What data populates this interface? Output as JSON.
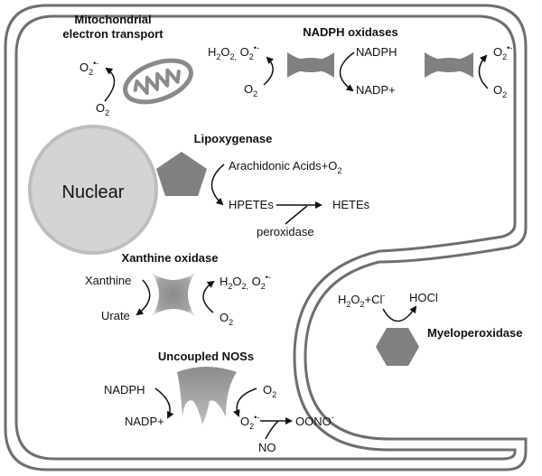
{
  "cell": {
    "nucleus_label": "Nuclear"
  },
  "mitochondria": {
    "title_line1": "Mitochondrial",
    "title_line2": "electron transport",
    "o2": "O",
    "o2_sub": "2",
    "superoxide": "O",
    "superoxide_sub": "2",
    "superoxide_sup": "•-"
  },
  "nadph_oxidase": {
    "title": "NADPH oxidases",
    "h2o2_o2": {
      "a": "H",
      "a_sub": "2",
      "b": "O",
      "b_sub": "2,",
      "c": " O",
      "c_sub": "2",
      "c_sup": "•-"
    },
    "o2_left": "O",
    "o2_left_sub": "2",
    "nadph": "NADPH",
    "nadp": "NADP+",
    "sup_right": "O",
    "sup_right_sub": "2",
    "sup_right_sup": "•-",
    "o2_right": "O",
    "o2_right_sub": "2"
  },
  "lipoxygenase": {
    "title": "Lipoxygenase",
    "substrate": "Arachidonic Acids+O",
    "substrate_sub": "2",
    "intermediate": "HPETEs",
    "product": "HETEs",
    "enzyme2": "peroxidase"
  },
  "xanthine_oxidase": {
    "title": "Xanthine oxidase",
    "xanthine": "Xanthine",
    "urate": "Urate",
    "h2o2_o2": {
      "a": "H",
      "a_sub": "2",
      "b": "O",
      "b_sub": "2,",
      "c": " O",
      "c_sub": "2",
      "c_sup": "•-"
    },
    "o2": "O",
    "o2_sub": "2"
  },
  "nos": {
    "title": "Uncoupled NOSs",
    "nadph": "NADPH",
    "nadp": "NADP+",
    "o2": "O",
    "o2_sub": "2",
    "superoxide": "O",
    "superoxide_sub": "2",
    "superoxide_sup": "•-",
    "peroxynitrite": "OONO",
    "peroxynitrite_sup": "-",
    "no": "NO"
  },
  "myeloperoxidase": {
    "title": "Myeloperoxidase",
    "reactant": {
      "a": "H",
      "a_sub": "2",
      "b": "O",
      "b_sub": "2",
      "c": "+Cl",
      "c_sup": "-"
    },
    "product": "HOCl"
  },
  "colors": {
    "membrane": "#6e6e6e",
    "enzyme": "#808080",
    "nucleus_fill": "#d4d4d4",
    "nucleus_stroke": "#bdbdbd"
  }
}
